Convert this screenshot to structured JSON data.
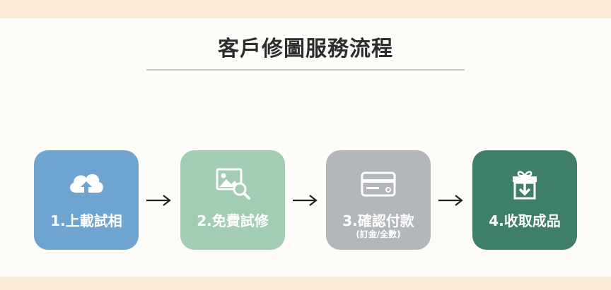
{
  "title": "客戶修圖服務流程",
  "steps": [
    {
      "label": "1.上載試相",
      "sublabel": "",
      "icon": "cloud-upload-icon",
      "color": "#6fa4d0"
    },
    {
      "label": "2.免費試修",
      "sublabel": "",
      "icon": "image-search-icon",
      "color": "#a3cdb3"
    },
    {
      "label": "3.確認付款",
      "sublabel": "(訂金/全數)",
      "icon": "credit-card-icon",
      "color": "#b3b7bb"
    },
    {
      "label": "4.收取成品",
      "sublabel": "",
      "icon": "gift-download-icon",
      "color": "#3f7e69"
    }
  ],
  "colors": {
    "background": "#faebd6",
    "panel": "#fdfcf9",
    "title_text": "#2d2d2d",
    "arrow": "#222222"
  }
}
